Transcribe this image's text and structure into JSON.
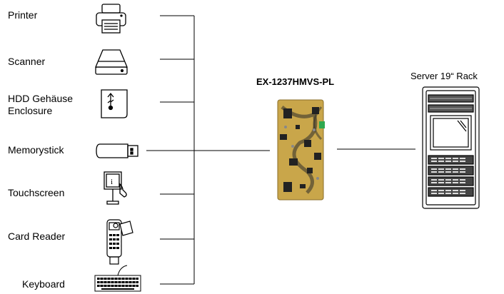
{
  "devices": [
    {
      "label": "Printer",
      "icon": "printer-icon"
    },
    {
      "label": "Scanner",
      "icon": "scanner-icon"
    },
    {
      "label": "HDD Gehäuse\nEnclosure",
      "icon": "hdd-enclosure-icon"
    },
    {
      "label": "Memorystick",
      "icon": "usb-stick-icon"
    },
    {
      "label": "Touchscreen",
      "icon": "touchscreen-icon"
    },
    {
      "label": "Card Reader",
      "icon": "card-reader-icon"
    },
    {
      "label": "Keyboard",
      "icon": "keyboard-icon"
    }
  ],
  "hub": {
    "title": "EX-1237HMVS-PL",
    "icon": "usb-hub-board-icon",
    "accent": "#c9a64a"
  },
  "server": {
    "title": "Server 19“ Rack",
    "icon": "server-rack-icon"
  }
}
